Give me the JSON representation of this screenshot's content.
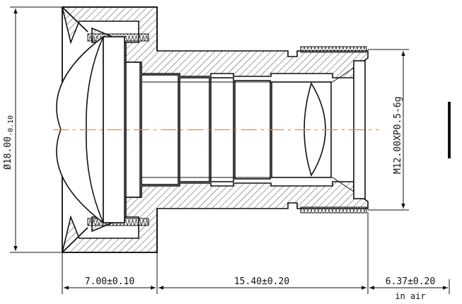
{
  "dimensions": {
    "outer_diameter": {
      "nominal": "Ø18.00",
      "tolerance": "-0.10"
    },
    "thread_spec": "M12.00XP0.5-6g",
    "length_front": "7.00±0.10",
    "length_barrel": "15.40±0.20",
    "back_focal": "6.37±0.20",
    "back_focal_note": "in air"
  },
  "colors": {
    "line": "#111111",
    "hatch": "#333333",
    "centerline": "#c8956a"
  }
}
